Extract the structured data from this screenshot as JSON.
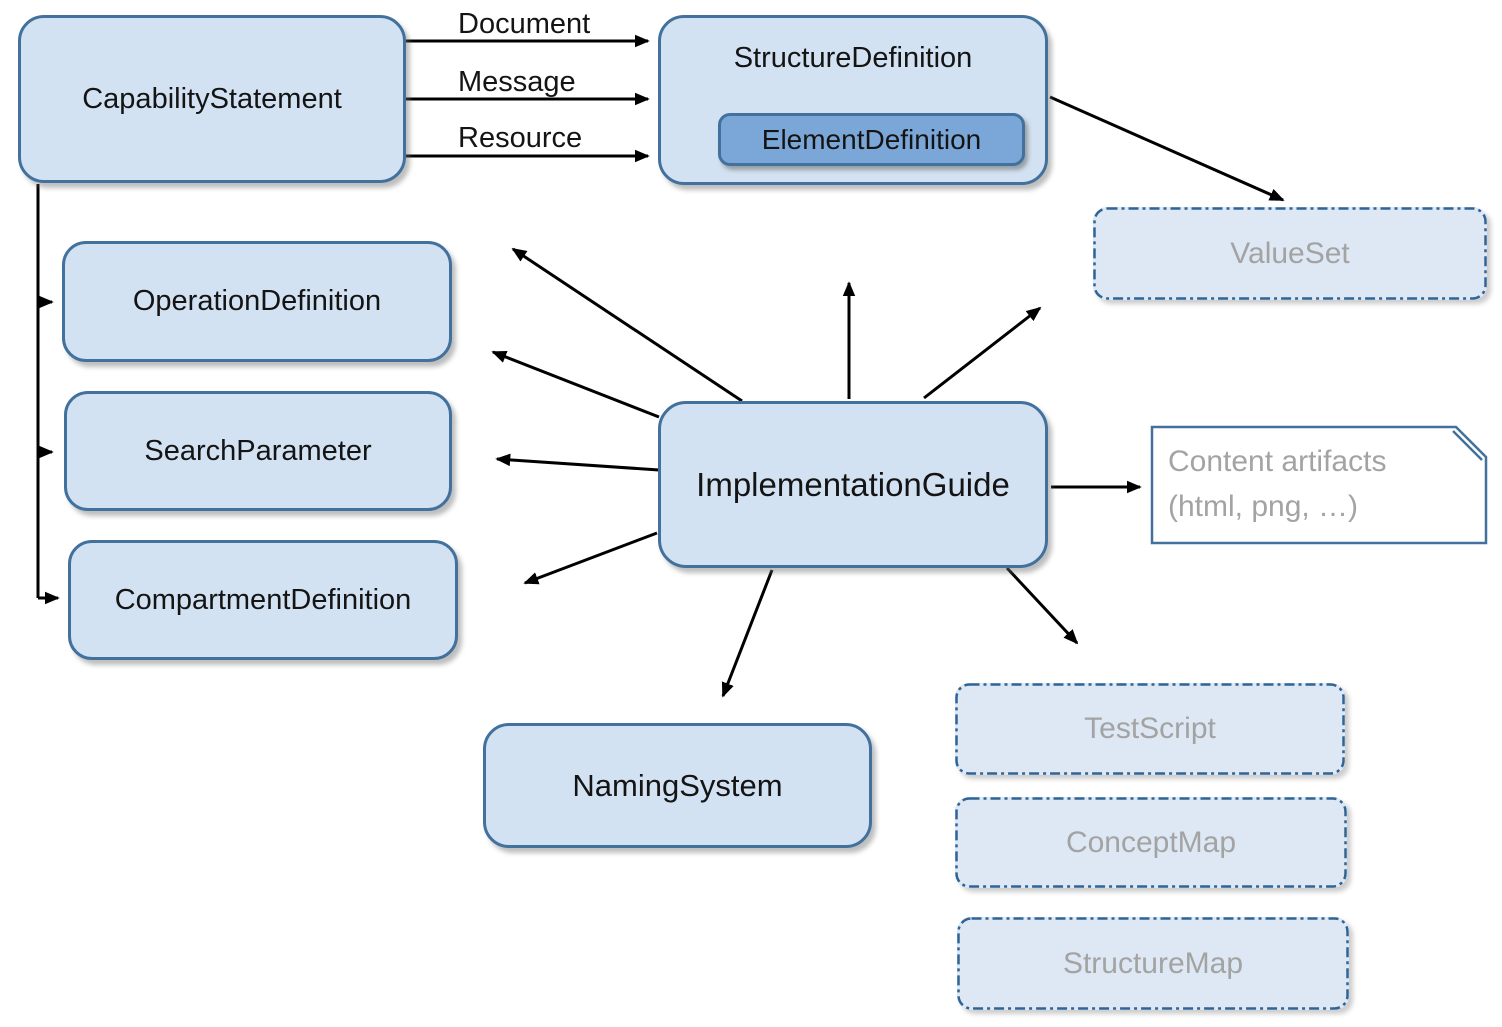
{
  "diagram": {
    "nodes": {
      "capability_statement": {
        "label": "CapabilityStatement",
        "style": "solid"
      },
      "structure_definition": {
        "label": "StructureDefinition",
        "style": "solid"
      },
      "element_definition": {
        "label": "ElementDefinition",
        "style": "solid-dark",
        "contained_in": "StructureDefinition"
      },
      "operation_definition": {
        "label": "OperationDefinition",
        "style": "solid"
      },
      "search_parameter": {
        "label": "SearchParameter",
        "style": "solid"
      },
      "compartment_definition": {
        "label": "CompartmentDefinition",
        "style": "solid"
      },
      "implementation_guide": {
        "label": "ImplementationGuide",
        "style": "solid"
      },
      "naming_system": {
        "label": "NamingSystem",
        "style": "solid"
      },
      "value_set": {
        "label": "ValueSet",
        "style": "dashed"
      },
      "test_script": {
        "label": "TestScript",
        "style": "dashed"
      },
      "concept_map": {
        "label": "ConceptMap",
        "style": "dashed"
      },
      "structure_map": {
        "label": "StructureMap",
        "style": "dashed"
      },
      "content_artifacts": {
        "label_line1": "Content artifacts",
        "label_line2": "(html, png, …)",
        "style": "note"
      }
    },
    "edge_labels": {
      "document": "Document",
      "message": "Message",
      "resource": "Resource"
    },
    "edges": [
      {
        "from": "CapabilityStatement",
        "to": "StructureDefinition",
        "label": "Document"
      },
      {
        "from": "CapabilityStatement",
        "to": "StructureDefinition",
        "label": "Message"
      },
      {
        "from": "CapabilityStatement",
        "to": "StructureDefinition",
        "label": "Resource"
      },
      {
        "from": "CapabilityStatement",
        "to": "OperationDefinition"
      },
      {
        "from": "CapabilityStatement",
        "to": "SearchParameter"
      },
      {
        "from": "CapabilityStatement",
        "to": "CompartmentDefinition"
      },
      {
        "from": "StructureDefinition",
        "to": "ValueSet"
      },
      {
        "from": "ImplementationGuide",
        "direction": "upper-left"
      },
      {
        "from": "ImplementationGuide",
        "direction": "upper-left-2"
      },
      {
        "from": "ImplementationGuide",
        "direction": "left"
      },
      {
        "from": "ImplementationGuide",
        "direction": "lower-left"
      },
      {
        "from": "ImplementationGuide",
        "direction": "up"
      },
      {
        "from": "ImplementationGuide",
        "direction": "upper-right"
      },
      {
        "from": "ImplementationGuide",
        "to": "ContentArtifacts"
      },
      {
        "from": "ImplementationGuide",
        "direction": "lower-right"
      },
      {
        "from": "ImplementationGuide",
        "to": "NamingSystem"
      }
    ],
    "colors": {
      "node_fill": "#d3e2f2",
      "node_border": "#41719c",
      "element_definition_fill": "#7ba7d8",
      "dashed_fill": "#dde8f4",
      "dashed_border": "#2e6496",
      "muted_text": "#a3a3a3",
      "label_text": "#141414",
      "arrow": "#000000",
      "note_fill": "#ffffff"
    }
  }
}
